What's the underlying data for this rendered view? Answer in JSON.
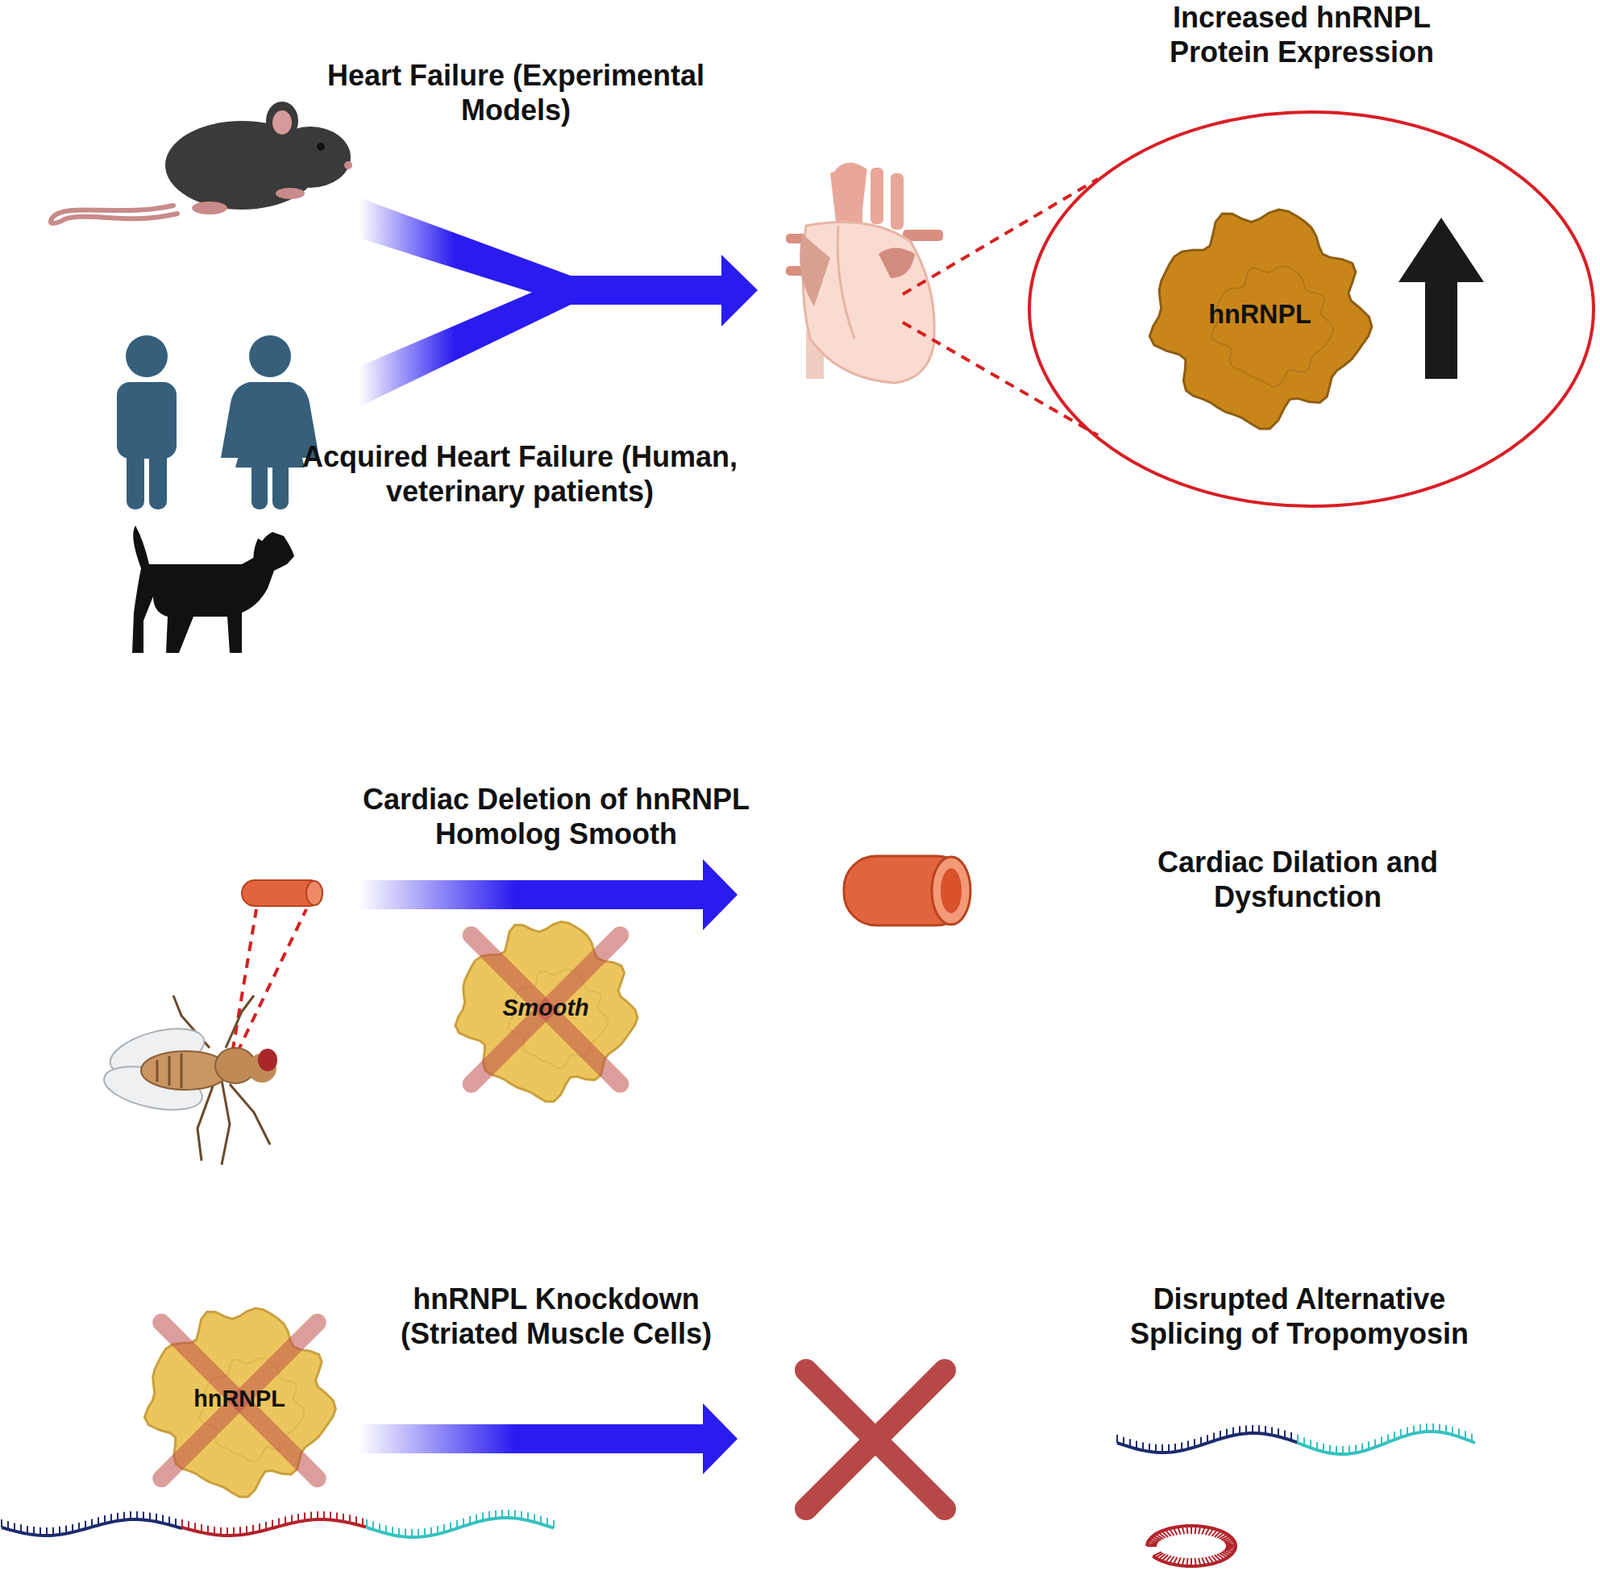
{
  "diagram": {
    "nodes": [
      {
        "text": [
          "Increased hnRNPL Protein Expression"
        ]
      },
      {
        "text": [
          "hnRNPL"
        ],
        "in": 0
      },
      {
        "text": [
          "Smooth"
        ]
      },
      {
        "text": [
          "hnRNPL"
        ]
      }
    ],
    "labels": [
      "Heart Failure (Experimental Models)",
      "Acquired Heart Failure (Human, veterinary patients)",
      "Cardiac Deletion of hnRNPL Homolog Smooth",
      "Cardiac Dilation and Dysfunction",
      "hnRNPL Knockdown (Striated Muscle Cells)",
      "Disrupted Alternative Splicing of Tropomyosin"
    ]
  }
}
